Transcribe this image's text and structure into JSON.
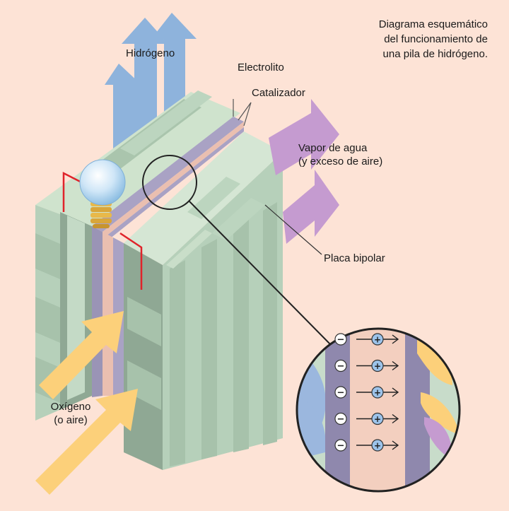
{
  "title": {
    "line1": "Diagrama esquemático",
    "line2": "del funcionamiento de",
    "line3": "una pila de hidrógeno."
  },
  "labels": {
    "hydrogen": "Hidrógeno",
    "electrolyte": "Electrolito",
    "catalyst": "Catalizador",
    "vapor_line1": "Vapor de agua",
    "vapor_line2": "(y exceso de aire)",
    "bipolar_plate": "Placa bipolar",
    "oxygen_line1": "Oxígeno",
    "oxygen_line2": "(o aire)"
  },
  "zoom": {
    "negative_symbol": "−",
    "positive_symbol": "+",
    "rows": 5
  },
  "colors": {
    "background": "#fde3d6",
    "plate_light": "#d5e6d4",
    "plate_mid": "#b6d0ba",
    "plate_dark": "#8fa894",
    "hydrogen_arrow": "#8eb3dc",
    "oxygen_arrow": "#fcd07a",
    "vapor_arrow": "#c59bd0",
    "electrolyte": "#eabfb0",
    "catalyst": "#a9a2c4",
    "circuit": "#e0232a"
  }
}
